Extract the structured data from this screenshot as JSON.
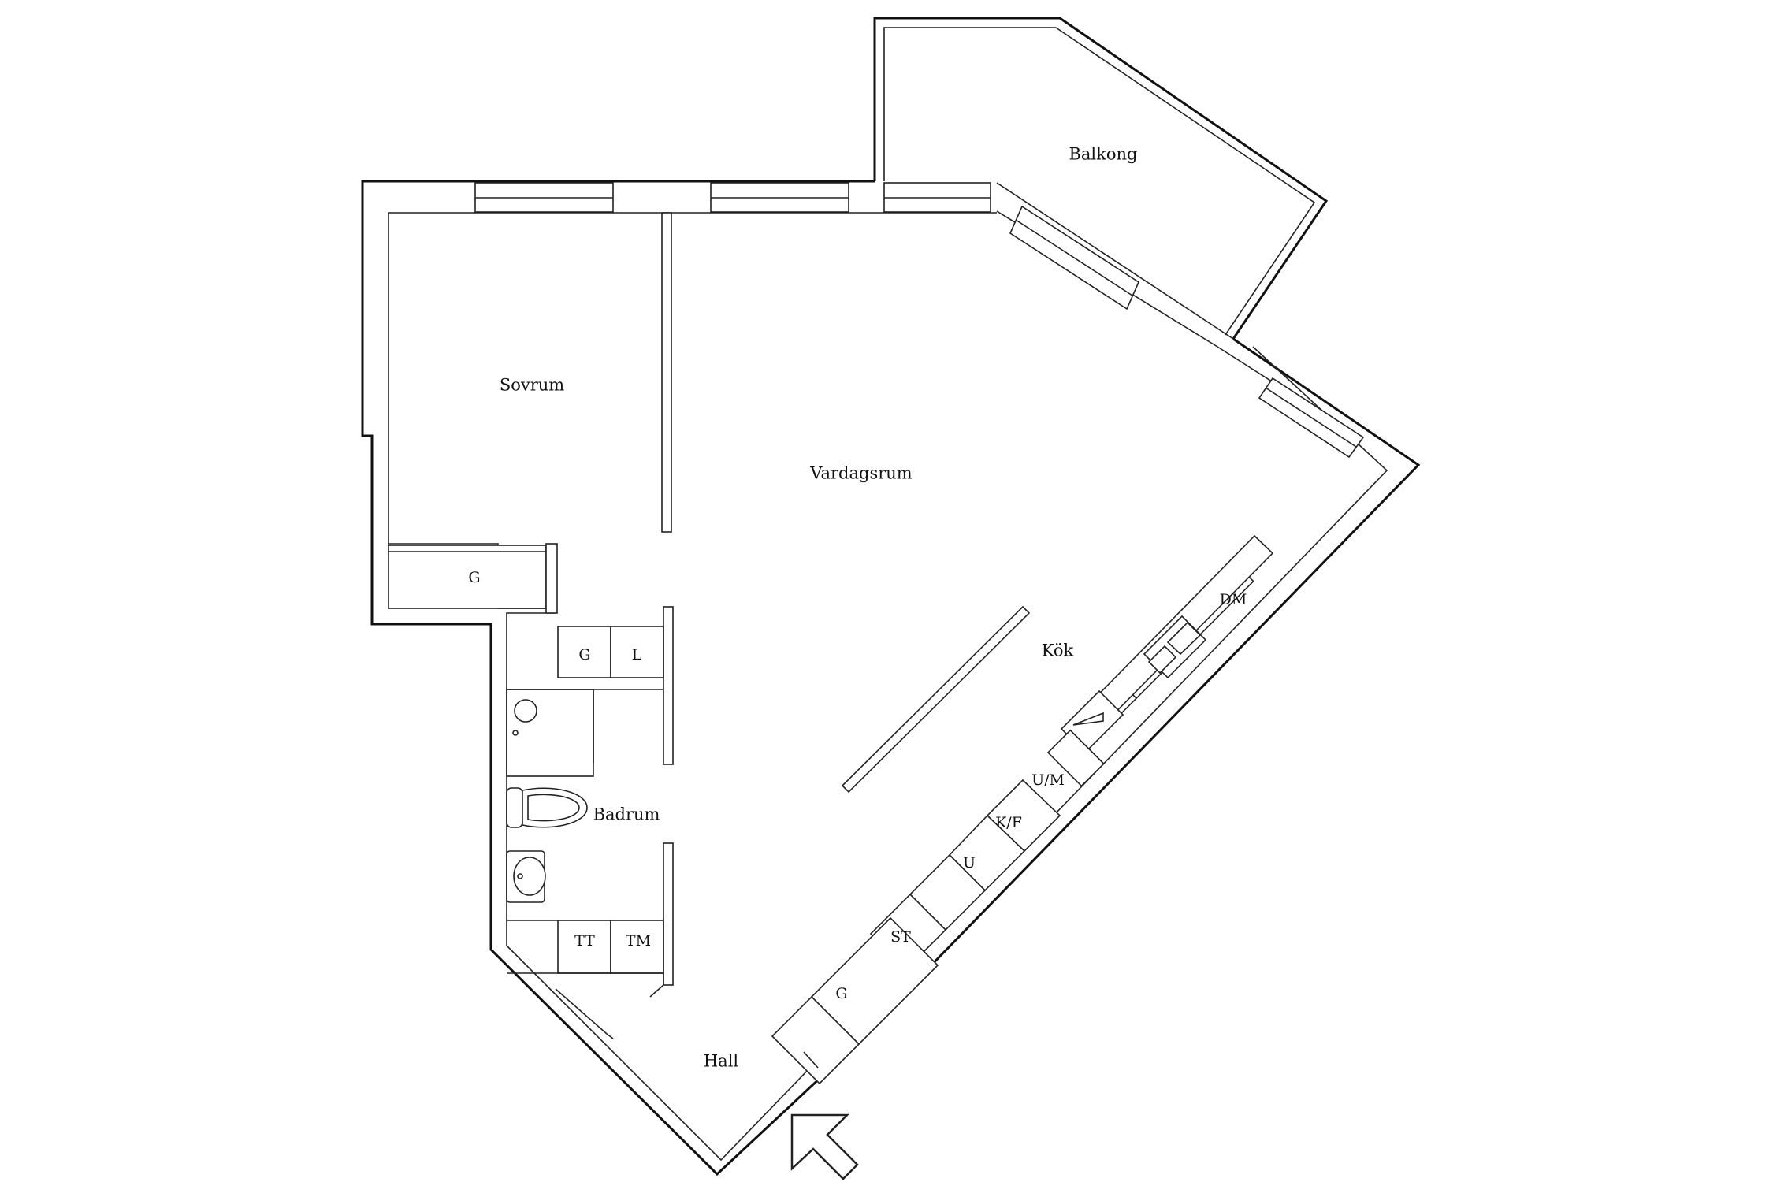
{
  "plan": {
    "rooms": {
      "balkong": "Balkong",
      "sovrum": "Sovrum",
      "vardagsrum": "Vardagsrum",
      "kok": "Kök",
      "badrum": "Badrum",
      "hall": "Hall"
    },
    "fixtures": {
      "g_sovrum": "G",
      "g_closet": "G",
      "l_closet": "L",
      "tt": "TT",
      "tm": "TM",
      "dm": "DM",
      "um": "U/M",
      "kf": "K/F",
      "u": "U",
      "st": "ST",
      "g_hall": "G"
    },
    "entrance_icon": "arrow-up-left-icon"
  }
}
